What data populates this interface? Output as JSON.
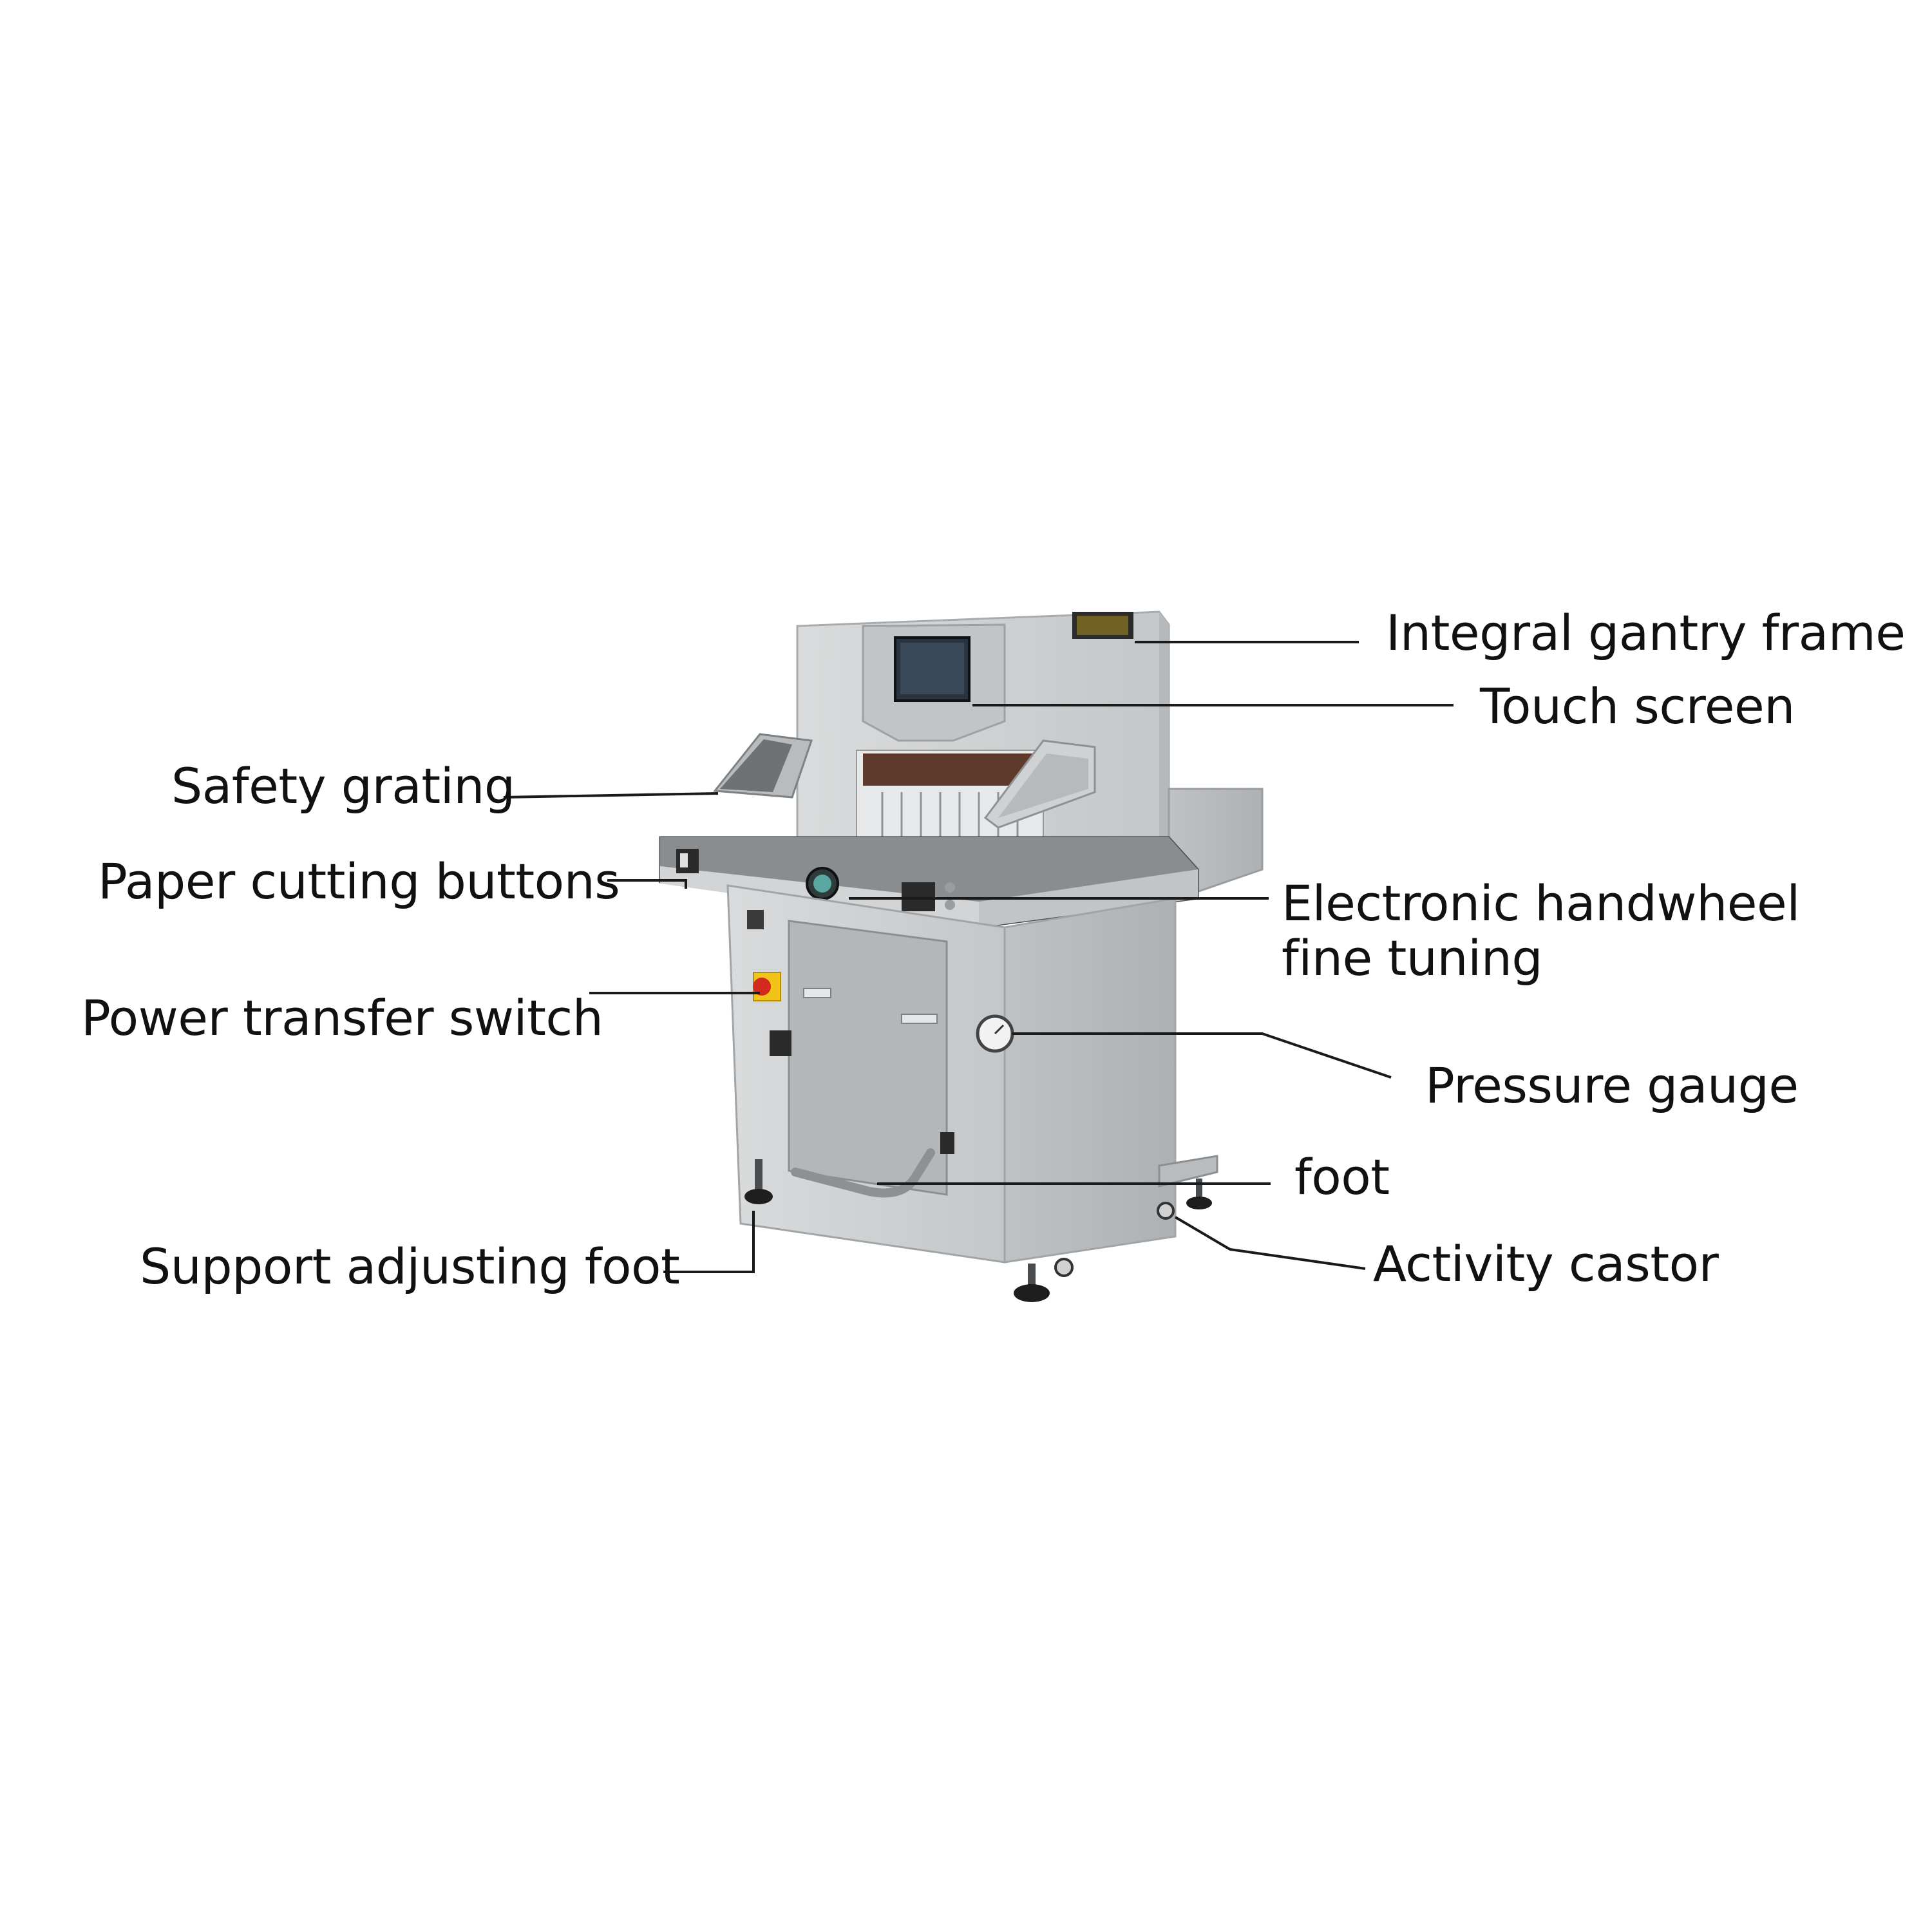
{
  "colors": {
    "machine_body": "#cfd1d2",
    "machine_shadow": "#a9acae",
    "panel_dark": "#5a5d60",
    "screen": "#2a3440",
    "accent_red": "#d22b1e",
    "accent_yellow": "#f2c318",
    "leader_line": "#1a1a1a",
    "text": "#111111"
  },
  "labels": {
    "integral_gantry_frame": "Integral gantry frame",
    "touch_screen": "Touch screen",
    "safety_grating": "Safety grating",
    "paper_cutting_buttons": "Paper cutting buttons",
    "electronic_handwheel_line1": "Electronic handwheel",
    "electronic_handwheel_line2": "fine tuning",
    "power_transfer_switch": "Power transfer switch",
    "pressure_gauge": "Pressure gauge",
    "foot": "foot",
    "support_adjusting_foot": "Support adjusting foot",
    "activity_castor": "Activity castor"
  },
  "icons": {
    "machine": "paper-cutter-machine-illustration"
  }
}
